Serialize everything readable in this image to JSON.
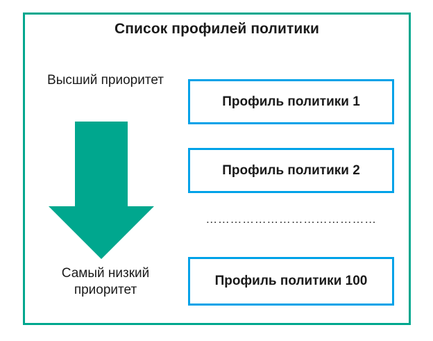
{
  "diagram": {
    "title": "Список профилей политики",
    "type": "priority-ordered-list",
    "colors": {
      "frame": "#00a78e",
      "arrow": "#00a78e",
      "box_border": "#00a2e8",
      "text": "#1a1a1a",
      "background": "#ffffff"
    },
    "priority_axis": {
      "top_label": "Высший приоритет",
      "bottom_label_line1": "Самый низкий",
      "bottom_label_line2": "приоритет",
      "arrow_direction": "down",
      "arrow_name": "down-arrow"
    },
    "profiles": [
      {
        "label": "Профиль политики 1"
      },
      {
        "label": "Профиль политики 2"
      },
      {
        "label": "Профиль политики 100"
      }
    ],
    "ellipsis": "……………………………………"
  }
}
